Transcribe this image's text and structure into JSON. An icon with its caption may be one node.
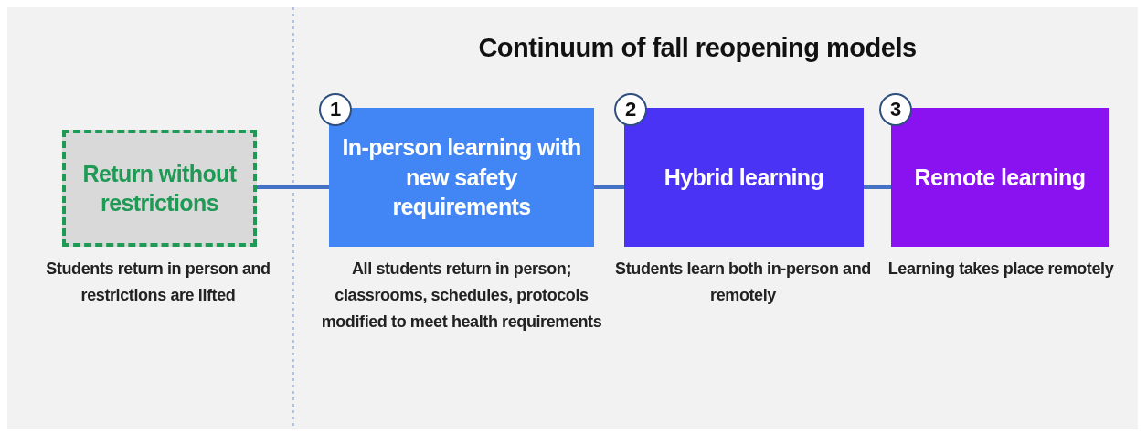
{
  "diagram": {
    "title": "Continuum of fall reopening models",
    "nodes": [
      {
        "text": [
          "Return without restrictions"
        ],
        "beside": [
          "Students return in person and restrictions are lifted"
        ]
      },
      {
        "text": [
          "1"
        ]
      },
      {
        "text": [
          "In-person learning with new safety requirements"
        ],
        "beside": [
          "All students return in person; classrooms, schedules, protocols modified to meet  health requirements"
        ]
      },
      {
        "text": [
          "2"
        ]
      },
      {
        "text": [
          "Hybrid learning"
        ],
        "beside": [
          "Students learn both in-person and remotely"
        ]
      },
      {
        "text": [
          "3"
        ]
      },
      {
        "text": [
          "Remote learning"
        ],
        "beside": [
          "Learning takes place remotely"
        ]
      }
    ],
    "edges": [
      {
        "from": 0,
        "to": 2,
        "arrow": "none"
      },
      {
        "from": 2,
        "to": 4,
        "arrow": "none"
      },
      {
        "from": 4,
        "to": 6,
        "arrow": "none"
      }
    ]
  }
}
